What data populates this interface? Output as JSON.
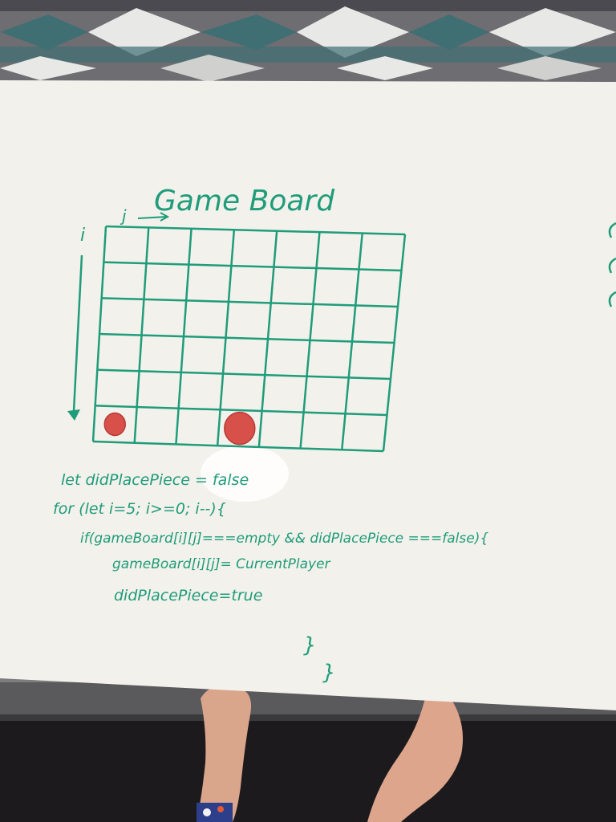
{
  "whiteboard": {
    "title": "Game Board",
    "column_index_label": "j",
    "row_index_label": "i",
    "grid": {
      "rows": 6,
      "columns": 7
    },
    "pieces": [
      {
        "row": 6,
        "column": 1,
        "color": "#d8504a"
      },
      {
        "row": 6,
        "column": 4,
        "color": "#d8504a"
      }
    ],
    "code_lines": [
      "let didPlacePiece = false",
      "for (let i=5; i>=0; i--){",
      "if(gameBoard[i][j]===empty && didPlacePiece ===false){",
      "gameBoard[i][j]= CurrentPlayer",
      "didPlacePiece=true",
      "}",
      "}"
    ]
  },
  "colors": {
    "marker": "#1f9c7a",
    "piece": "#d8504a",
    "board": "#f3f1ec",
    "rug_teal": "#3f6f73",
    "rug_gray": "#6e6d72",
    "rug_white": "#e8e8e6",
    "floor": "#1c1a1c"
  }
}
